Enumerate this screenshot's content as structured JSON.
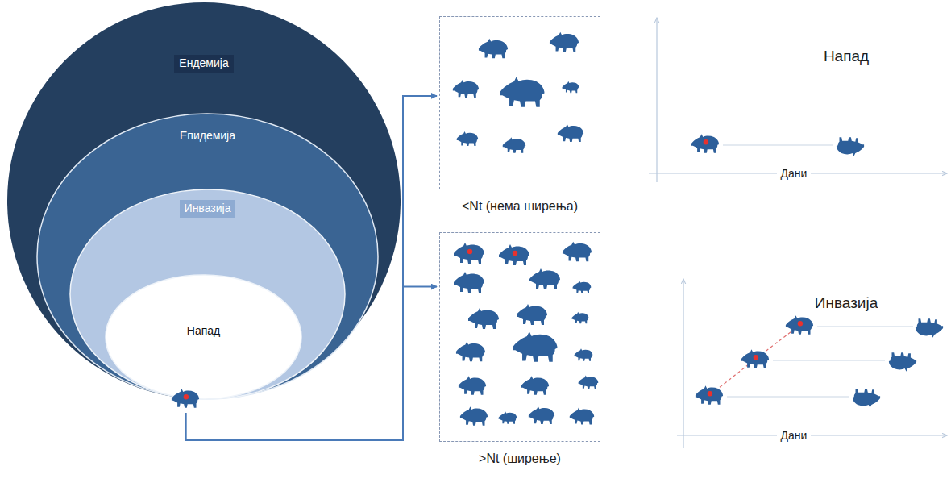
{
  "diagram": {
    "nodes": [
      {
        "text": [
          "Ендемија"
        ]
      },
      {
        "text": [
          "Епидемија"
        ],
        "in": 0
      },
      {
        "text": [
          "Инвазија"
        ],
        "in": 1
      },
      {
        "text": [
          "Напад"
        ],
        "in": 2
      },
      {
        "text": [
          "<Nt (нема ширења)"
        ]
      },
      {
        "text": [
          ">Nt (ширење)"
        ]
      }
    ],
    "edges": [
      {
        "from": 3,
        "to": 4,
        "arrow": "to"
      },
      {
        "from": 3,
        "to": 5,
        "arrow": "to"
      }
    ],
    "labels": [
      "Напад",
      "Дани",
      "Инвазија",
      "Дани"
    ]
  }
}
